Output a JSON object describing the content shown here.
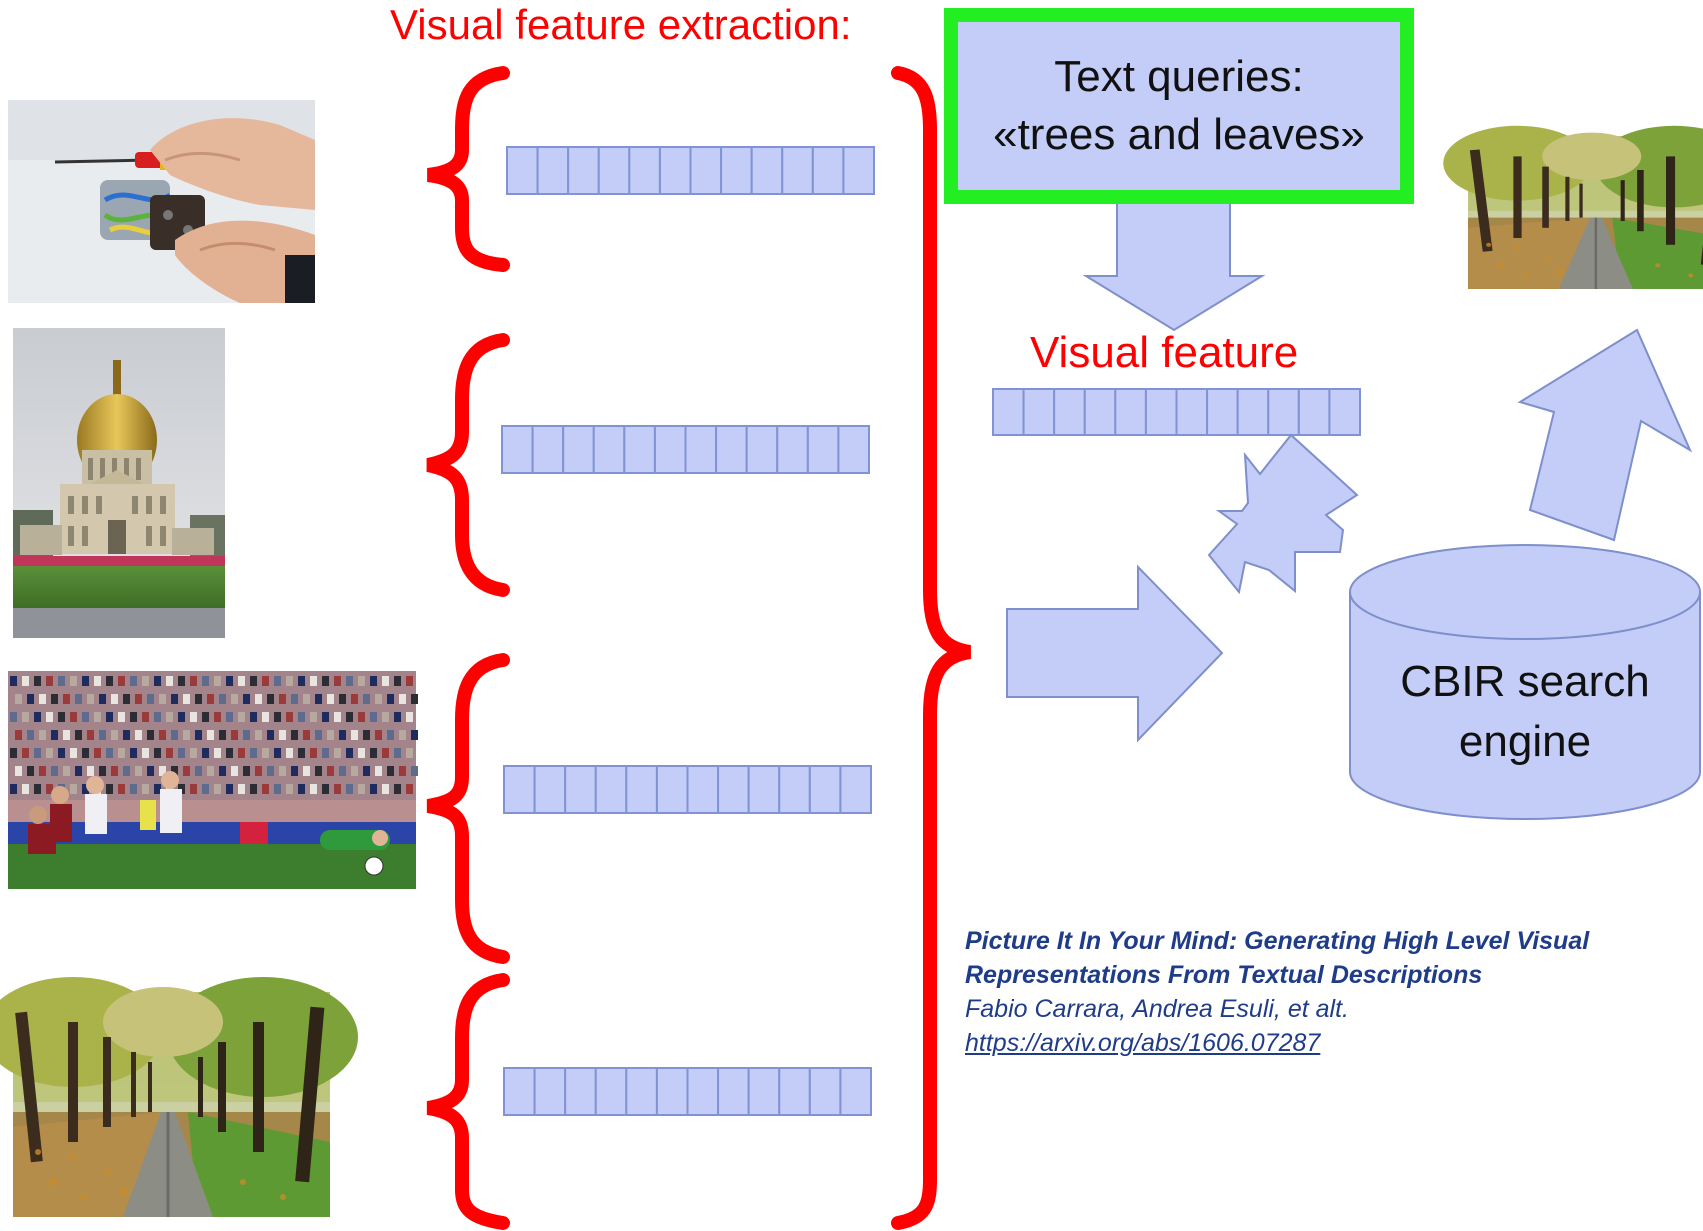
{
  "title": "Visual feature extraction:",
  "query": {
    "line1": "Text queries:",
    "line2": "«trees and leaves»"
  },
  "visual_feature_label": "Visual feature",
  "engine": {
    "line1": "CBIR search",
    "line2": "engine"
  },
  "citation": {
    "title_line1": "Picture It In Your Mind: Generating High Level Visual",
    "title_line2": "Representations From Textual Descriptions",
    "authors": "Fabio Carrara, Andrea Esuli, et alt.",
    "url": "https://arxiv.org/abs/1606.07287"
  },
  "images": [
    {
      "name": "electrician-photo",
      "icon": "electrician-hands-photo"
    },
    {
      "name": "dome-building-photo",
      "icon": "les-invalides-photo"
    },
    {
      "name": "soccer-match-photo",
      "icon": "soccer-photo"
    },
    {
      "name": "tree-lane-photo",
      "icon": "trees-and-leaves-photo"
    }
  ],
  "feature_vector_cells": 12,
  "colors": {
    "red": "#ff0000",
    "vector_fill": "#c3cdf7",
    "vector_stroke": "#8193d4",
    "arrow_fill": "#c3cdf7",
    "arrow_stroke": "#7e8fcb",
    "query_border": "#22ee22",
    "citation": "#1f3c88"
  }
}
